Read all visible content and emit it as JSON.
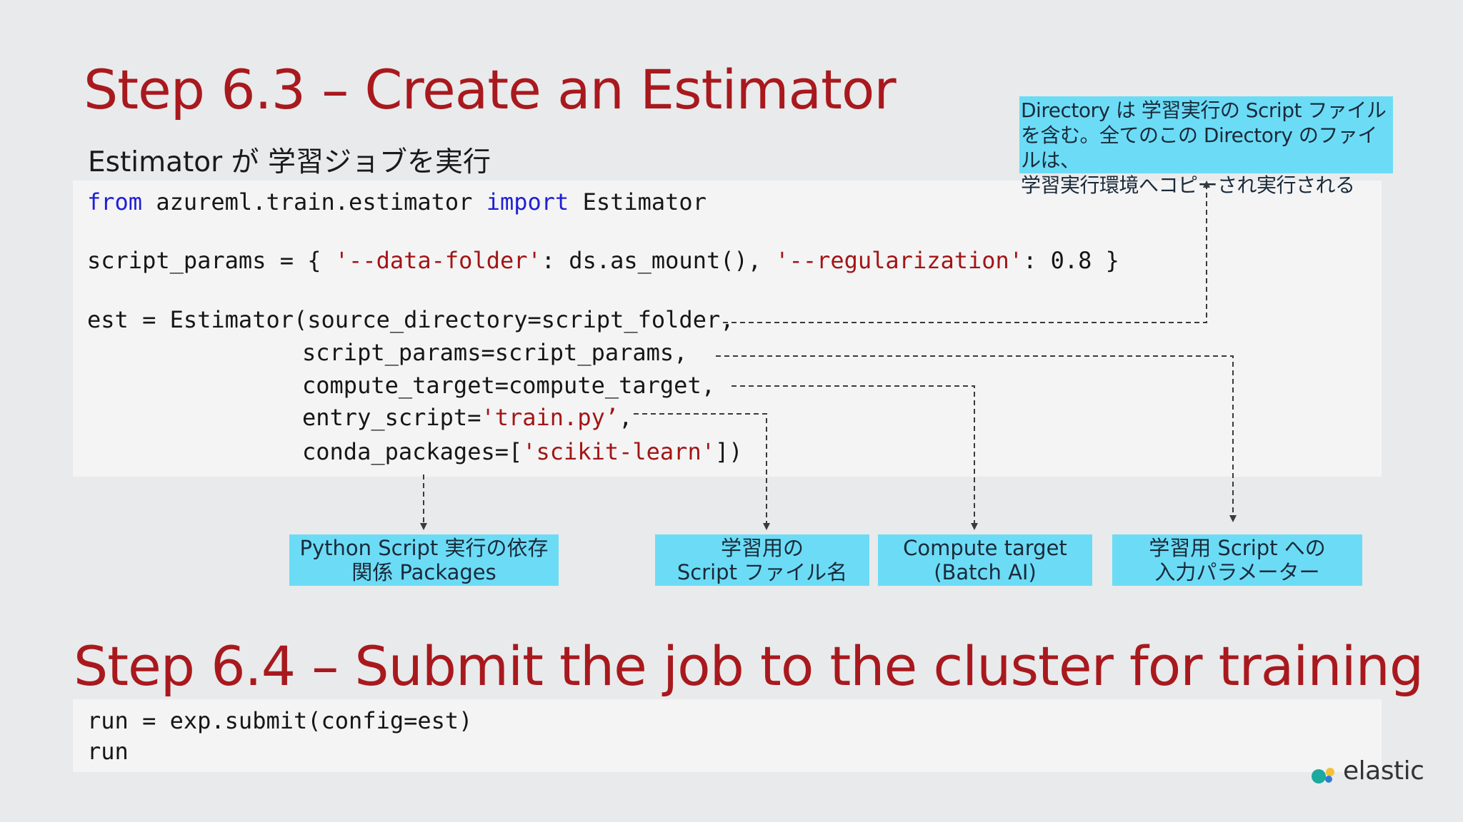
{
  "slide": {
    "title1": "Step 6.3 – Create an Estimator",
    "subtitle": "Estimator が 学習ジョブを実行",
    "title2": "Step 6.4 – Submit the job  to the cluster for training"
  },
  "code1": {
    "line1": {
      "from": "from",
      "module": " azureml.train.estimator ",
      "import": "import",
      "name": " Estimator"
    },
    "line2": {
      "a": "script_params = { ",
      "k1": "'--data-folder'",
      "b": ": ds.as_mount(), ",
      "k2": "'--regularization'",
      "c": ": 0.8 }"
    },
    "line3": "est = Estimator(source_directory=script_folder,",
    "line4": "script_params=script_params,",
    "line5": "compute_target=compute_target,",
    "line6": {
      "a": "entry_script=",
      "s": "'train.py’",
      "b": ","
    },
    "line7": {
      "a": "conda_packages=[",
      "s": "'scikit-learn'",
      "b": "])"
    }
  },
  "code2": {
    "line1": "run = exp.submit(config=est)",
    "line2": "run"
  },
  "callouts": {
    "directory": {
      "line1": "Directory は 学習実行の Script ファイル",
      "line2": "を含む。全てのこの Directory のファイルは、",
      "line3": "学習実行環境へコピーされ実行される"
    },
    "packages": {
      "line1": "Python Script 実行の依存",
      "line2": "関係 Packages"
    },
    "script": {
      "line1": "学習用の",
      "line2": "Script ファイル名"
    },
    "compute": {
      "line1": "Compute target",
      "line2": "(Batch AI)"
    },
    "params": {
      "line1": "学習用 Script への",
      "line2": "入力パラメーター"
    }
  },
  "colors": {
    "title": "#a8191e",
    "callout_bg": "#6cdcf6",
    "keyword": "#1f1fd6",
    "string": "#a31515",
    "background": "#e9eaeb",
    "code_bg": "#f4f4f5"
  },
  "logo": {
    "text": "elastic",
    "icon": "elastic-logo-icon"
  }
}
